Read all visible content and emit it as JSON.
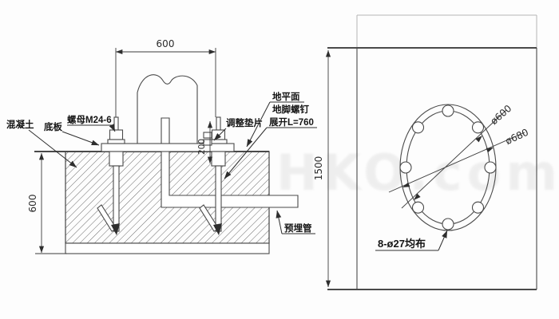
{
  "watermark": "HKO.com",
  "front_view": {
    "dim_bolt_spacing": "600",
    "dim_foundation_depth": "600",
    "dim_anchor_height": "200",
    "label_concrete": "混凝土",
    "label_base_plate": "底板",
    "label_nut": "螺母M24-6",
    "label_ground_level": "地平面",
    "label_anchor_bolt": "地脚螺钉",
    "label_unfolded_length": "展开L=760",
    "label_adjust_shim": "调整垫片",
    "label_embedded_pipe": "预埋管"
  },
  "plan_view": {
    "dim_height": "1500",
    "dim_bolt_circle": "ø600",
    "dim_outer_circle": "ø680",
    "label_holes": "8-ø27均布"
  }
}
